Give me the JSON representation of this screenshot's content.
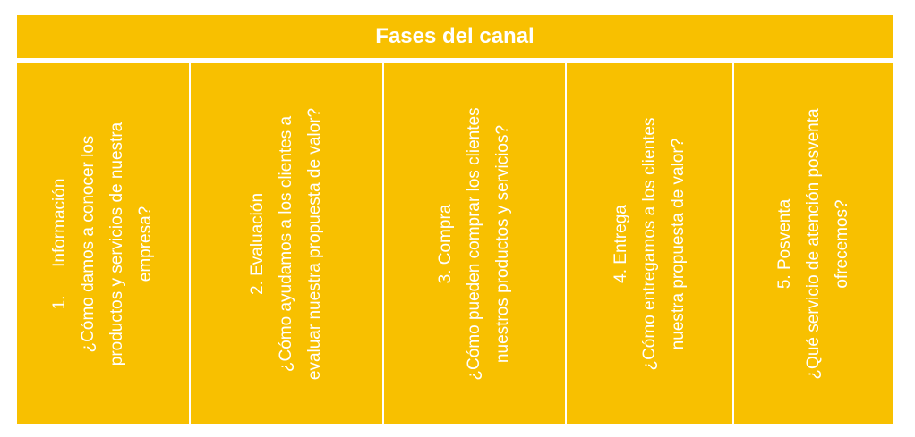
{
  "title": "Fases del canal",
  "color": "#F8C000",
  "columns": [
    {
      "phase": "1.      Información",
      "lines": [
        "¿Cómo damos a conocer los",
        "productos y servicios de nuestra",
        "empresa?"
      ]
    },
    {
      "phase": "2. Evaluación",
      "lines": [
        "¿Cómo ayudamos a los clientes a",
        "evaluar nuestra propuesta de valor?"
      ]
    },
    {
      "phase": "3. Compra",
      "lines": [
        "¿Cómo pueden comprar los clientes",
        "nuestros productos y servicios?"
      ]
    },
    {
      "phase": "4. Entrega",
      "lines": [
        "¿Cómo entregamos a los clientes",
        "nuestra propuesta de valor?"
      ]
    },
    {
      "phase": "5. Posventa",
      "lines": [
        "¿Qué servicio de atención posventa",
        "ofrecemos?"
      ]
    }
  ]
}
